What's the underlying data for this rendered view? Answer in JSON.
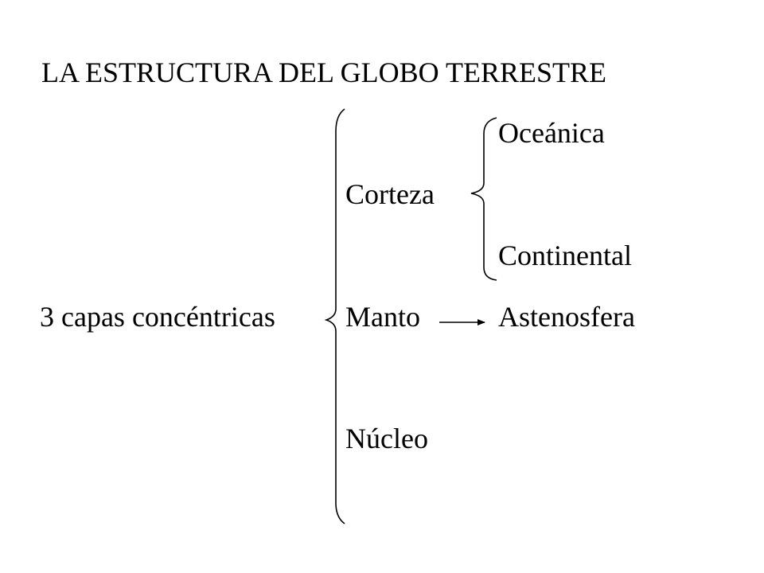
{
  "title": "LA ESTRUCTURA DEL GLOBO TERRESTRE",
  "root": "3 capas concéntricas",
  "layers": {
    "corteza": "Corteza",
    "manto": "Manto",
    "nucleo": "Núcleo"
  },
  "corteza_types": {
    "oceanica": "Oceánica",
    "continental": "Continental"
  },
  "manto_sublayer": "Astenosfera",
  "colors": {
    "text": "#000000",
    "background": "#ffffff"
  }
}
